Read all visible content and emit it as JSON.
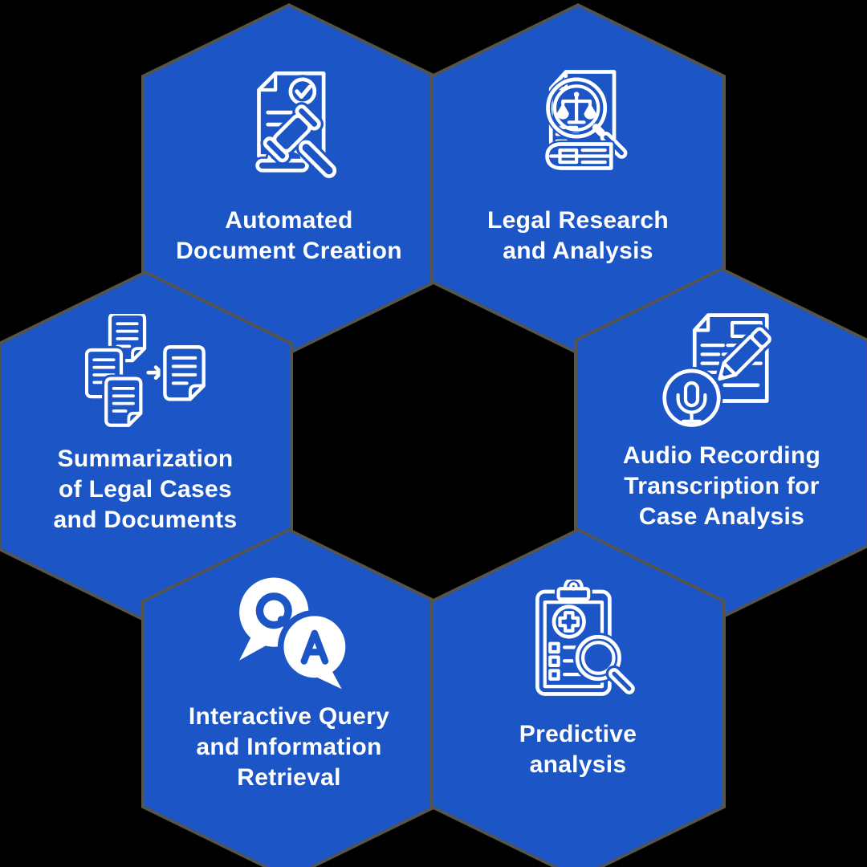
{
  "infographic": {
    "title": "Legal AI use cases hexagon diagram",
    "colors": {
      "hexagon_fill": "#1c55c6",
      "hexagon_shadow": "#55544d",
      "text": "#ffffff",
      "background": "#000000"
    },
    "items": [
      {
        "id": "automated-document-creation",
        "label": "Automated\nDocument Creation",
        "icon": "document-gavel-check-icon"
      },
      {
        "id": "legal-research-and-analysis",
        "label": "Legal Research\nand Analysis",
        "icon": "magnifier-scales-book-icon"
      },
      {
        "id": "summarization-of-legal-cases-and-documents",
        "label": "Summarization\nof Legal Cases\nand Documents",
        "icon": "documents-merge-arrow-icon"
      },
      {
        "id": "audio-recording-transcription-for-case-analysis",
        "label": "Audio Recording\nTranscription for\nCase Analysis",
        "icon": "microphone-transcript-pencil-icon"
      },
      {
        "id": "interactive-query-and-information-retrieval",
        "label": "Interactive Query\nand Information\nRetrieval",
        "icon": "question-answer-bubbles-icon"
      },
      {
        "id": "predictive-analysis",
        "label": "Predictive\nanalysis",
        "icon": "clipboard-checklist-magnifier-icon"
      }
    ]
  }
}
